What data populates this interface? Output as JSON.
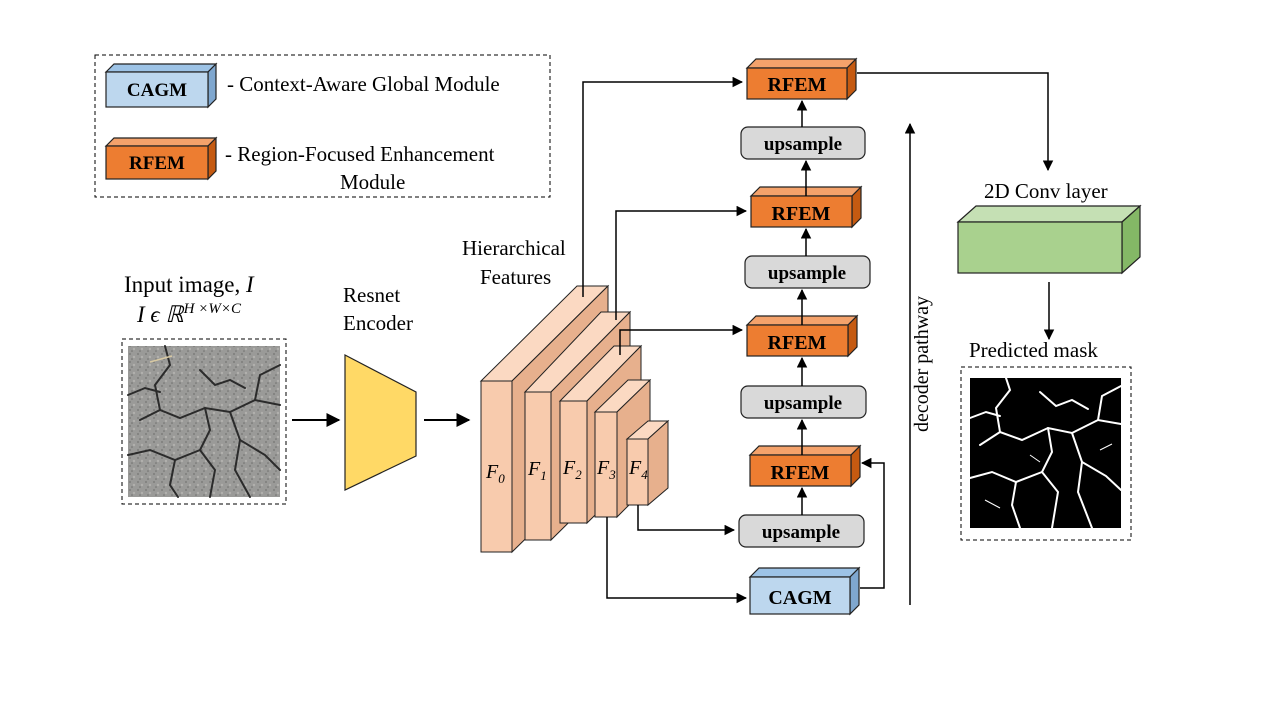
{
  "legend": {
    "cagm_box": "CAGM",
    "cagm_desc": "- Context-Aware Global Module",
    "rfem_box": "RFEM",
    "rfem_desc_line1": "- Region-Focused Enhancement",
    "rfem_desc_line2": "Module"
  },
  "input": {
    "title_line1": "Input image, ",
    "title_symbol": "I",
    "title_line2_prefix": "I ϵ ℝ",
    "title_line2_sup": "H ×W×C"
  },
  "encoder": {
    "line1": "Resnet",
    "line2": "Encoder"
  },
  "features": {
    "title_line1": "Hierarchical",
    "title_line2": "Features",
    "labels": [
      {
        "main": "F",
        "sub": "0"
      },
      {
        "main": "F",
        "sub": "1"
      },
      {
        "main": "F",
        "sub": "2"
      },
      {
        "main": "F",
        "sub": "3"
      },
      {
        "main": "F",
        "sub": "4"
      }
    ]
  },
  "decoder": {
    "rfem_label": "RFEM",
    "upsample_label": "upsample",
    "cagm_label": "CAGM",
    "pathway_label": "decoder pathway"
  },
  "output": {
    "conv_label": "2D Conv layer",
    "mask_label": "Predicted mask"
  },
  "colors": {
    "cagm": "#bdd7ee",
    "rfem": "#ed7d31",
    "upsample": "#d9d9d9",
    "feature": "#f8cbad",
    "encoder": "#ffd966",
    "conv": "#a9d18e"
  }
}
